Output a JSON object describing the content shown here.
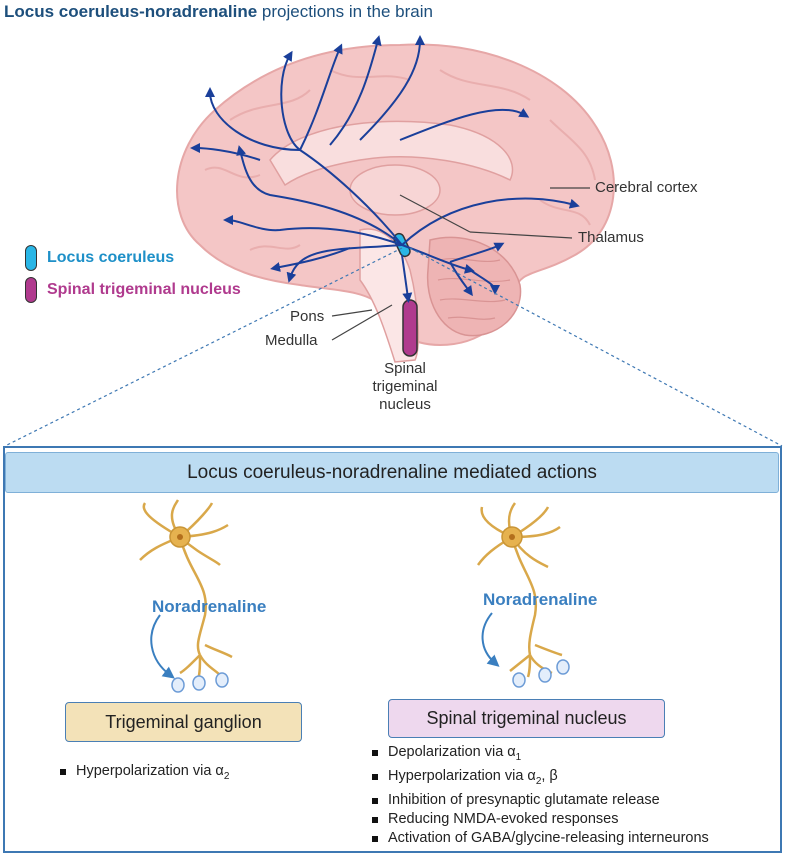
{
  "title": {
    "bold": "Locus coeruleus-noradrenaline",
    "rest": " projections in the brain"
  },
  "legend": [
    {
      "label": "Locus coeruleus",
      "color": "#29b6e6",
      "text_color": "#1e90c8"
    },
    {
      "label": "Spinal trigeminal nucleus",
      "color": "#b03a8e",
      "text_color": "#b03a8e"
    }
  ],
  "brain_labels": {
    "cortex": "Cerebral cortex",
    "thalamus": "Thalamus",
    "pons": "Pons",
    "medulla": "Medulla",
    "stn_line1": "Spinal",
    "stn_line2": "trigeminal",
    "stn_line3": "nucleus"
  },
  "panel": {
    "header": "Locus coeruleus-noradrenaline mediated actions",
    "left": {
      "transmitter": "Noradrenaline",
      "box_label": "Trigeminal ganglion",
      "box_color": "#f3e2b8",
      "effects": [
        {
          "text": "Hyperpolarization via α",
          "sub": "2"
        }
      ]
    },
    "right": {
      "transmitter": "Noradrenaline",
      "box_label": "Spinal trigeminal nucleus",
      "box_color": "#eed8ee",
      "effects": [
        {
          "text": "Depolarization via α",
          "sub": "1"
        },
        {
          "text": "Hyperpolarization via α",
          "sub": "2",
          "after": ", β"
        },
        {
          "text": "Inhibition of presynaptic glutamate release"
        },
        {
          "text": "Reducing NMDA-evoked responses"
        },
        {
          "text": "Activation of GABA/glycine-releasing interneurons"
        }
      ]
    }
  }
}
